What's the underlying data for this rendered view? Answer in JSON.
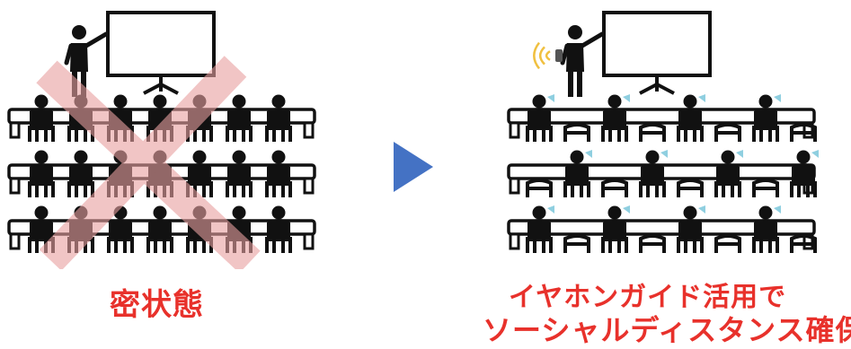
{
  "left_panel": {
    "caption": "密状態",
    "seat_rows": 3,
    "seats_per_row": 7,
    "cross_color": "#e8a0a0"
  },
  "arrow": {
    "icon": "triangle-right-arrow",
    "color": "#4472c4"
  },
  "right_panel": {
    "caption_line1": "イヤホンガイド活用で",
    "caption_line2": "ソーシャルディスタンス確保",
    "seat_rows": 3,
    "occupied_per_row": 4,
    "earphone_color": "#8fcfe0",
    "sound_wave_color": "#f0c040"
  },
  "colors": {
    "ink": "#111111",
    "caption": "#e8312b"
  }
}
